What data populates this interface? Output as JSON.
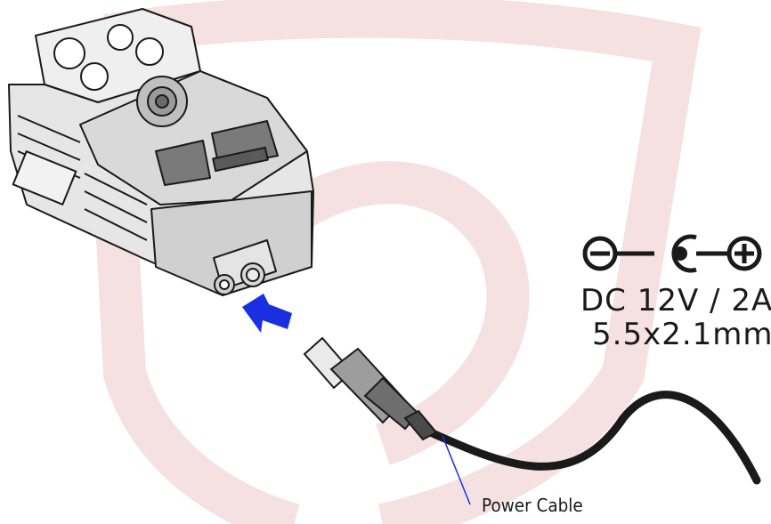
{
  "diagram": {
    "spec": {
      "voltage": "DC 12V / 2A",
      "plug_size": "5.5x2.1mm"
    },
    "cable_label": "Power Cable",
    "colors": {
      "arrow": "#1a2fe0",
      "watermark": "#f3dada",
      "line": "#1a1a1a",
      "leader": "#1a2fe0"
    },
    "icons": {
      "polarity": "polarity-symbol-icon",
      "arrow": "insert-arrow-icon"
    }
  }
}
